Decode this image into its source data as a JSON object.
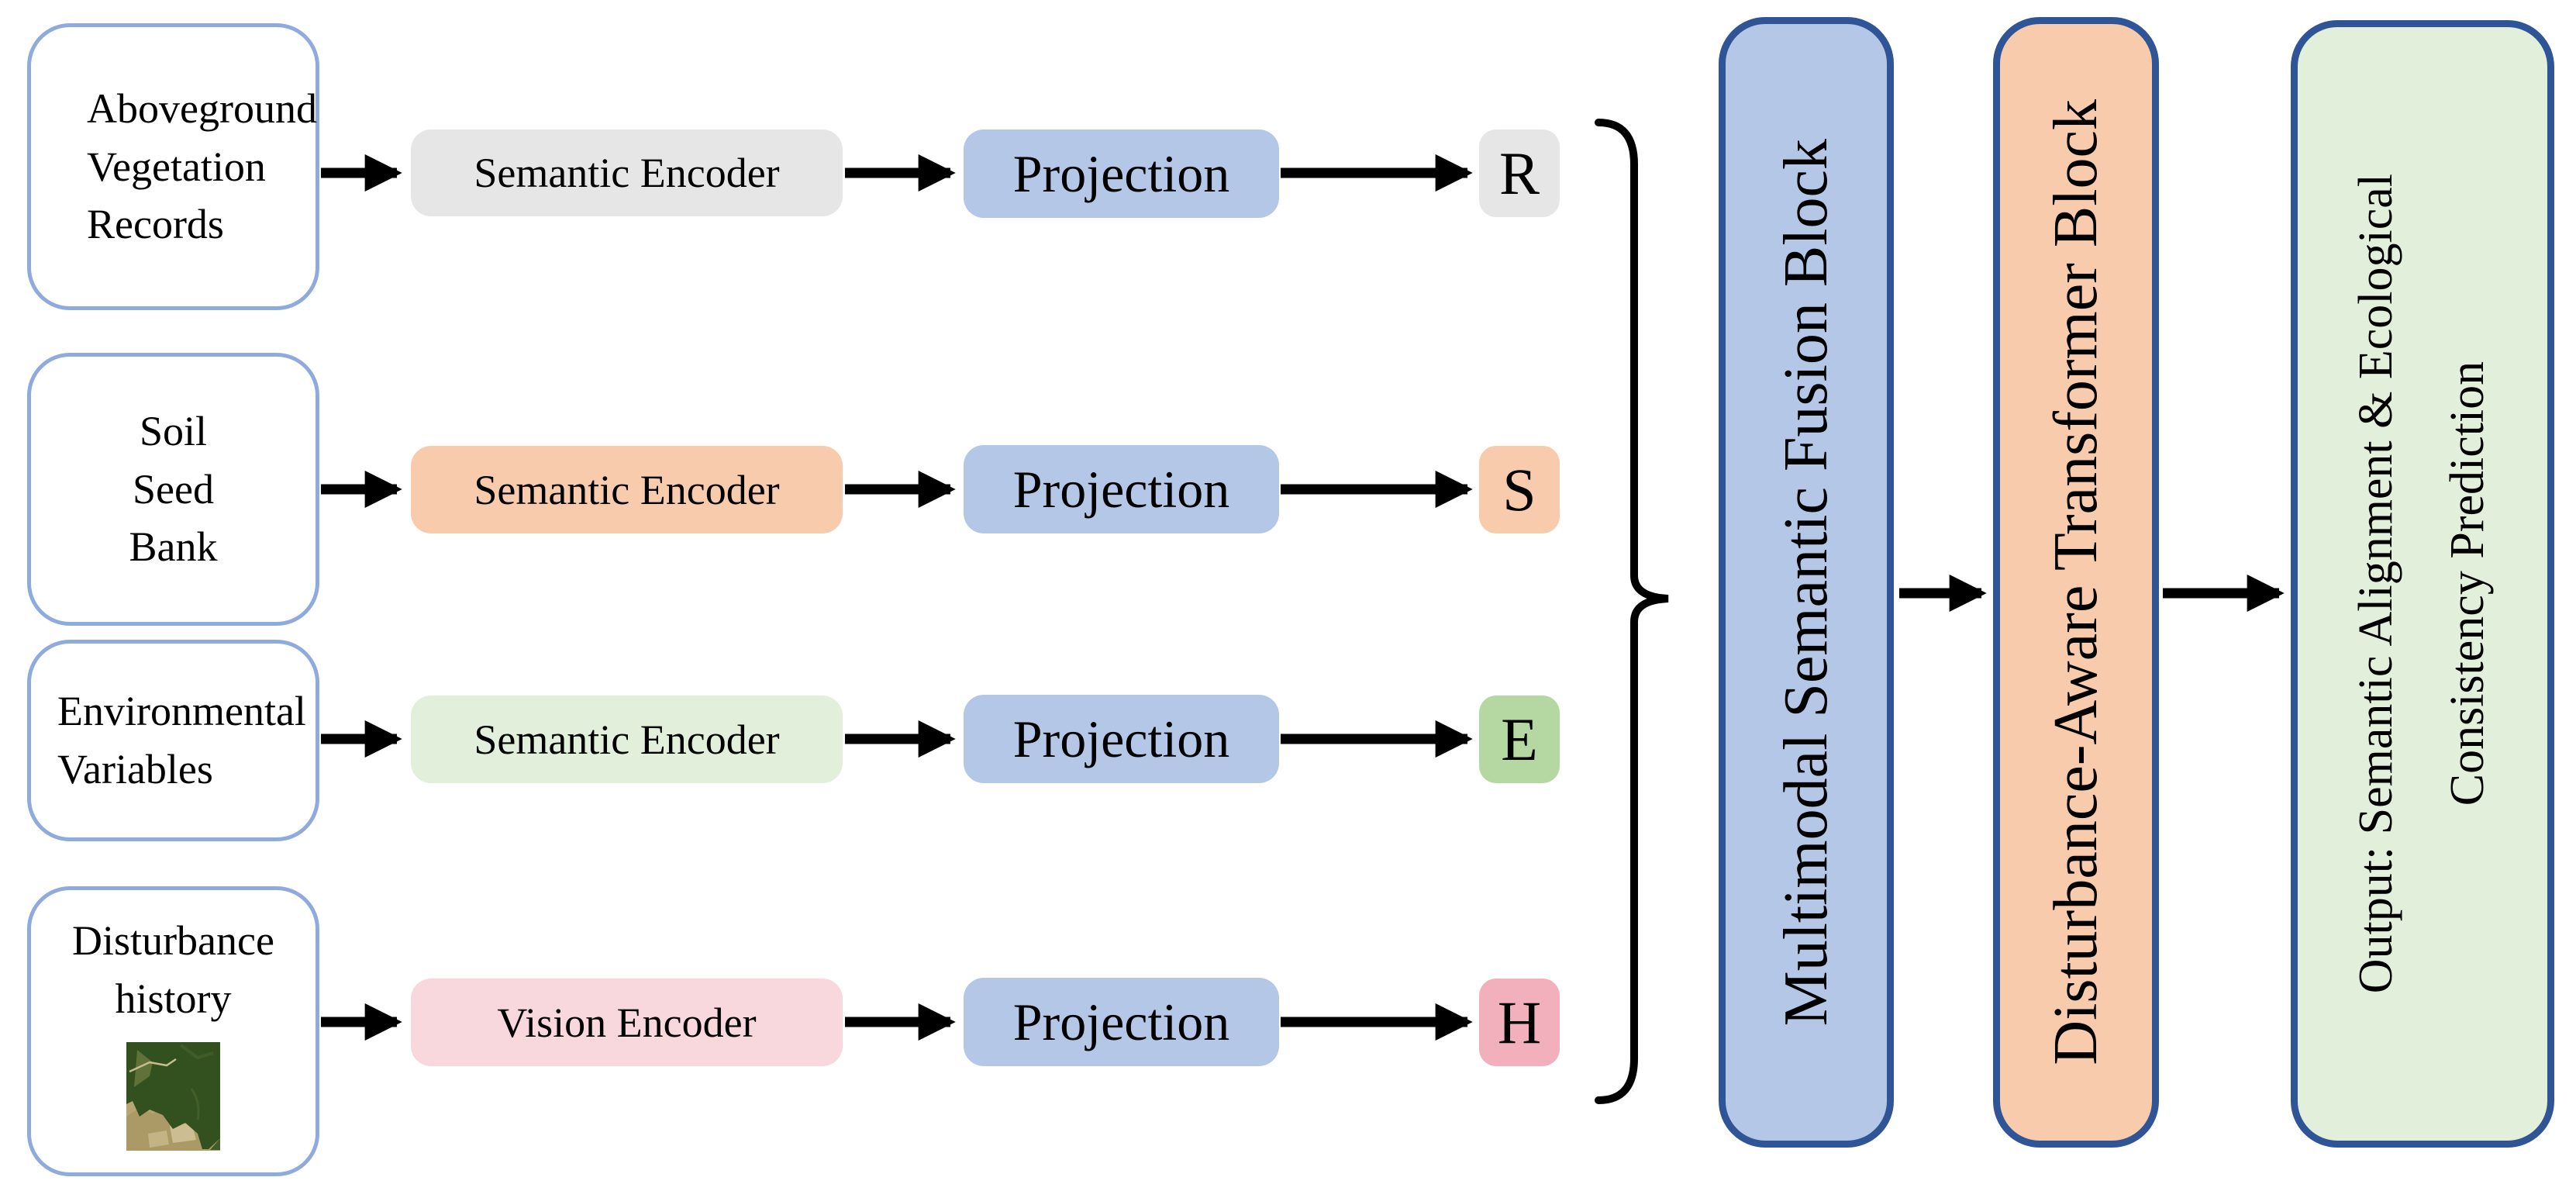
{
  "inputs": [
    {
      "label": "Aboveground\nVegetation\nRecords"
    },
    {
      "label": "Soil\nSeed\nBank"
    },
    {
      "label": "Environmental\nVariables"
    },
    {
      "label": "Disturbance\nhistory"
    }
  ],
  "rows": [
    {
      "encoder_label": "Semantic Encoder",
      "projection_label": "Projection",
      "badge_letter": "R",
      "encoder_color": "#e7e6e6",
      "badge_color": "#e7e6e6"
    },
    {
      "encoder_label": "Semantic Encoder",
      "projection_label": "Projection",
      "badge_letter": "S",
      "encoder_color": "#f8cbad",
      "badge_color": "#f8cbad"
    },
    {
      "encoder_label": "Semantic Encoder",
      "projection_label": "Projection",
      "badge_letter": "E",
      "encoder_color": "#e2efda",
      "badge_color": "#b5d7a2"
    },
    {
      "encoder_label": "Vision Encoder",
      "projection_label": "Projection",
      "badge_letter": "H",
      "encoder_color": "#f8d7dd",
      "badge_color": "#f1b0bc"
    }
  ],
  "blocks": [
    {
      "label": "Multimodal Semantic Fusion Block",
      "fill": "#b4c7e7"
    },
    {
      "label": "Disturbance-Aware Transformer Block",
      "fill": "#f8cbad"
    },
    {
      "label": "Output: Semantic Alignment & Ecological\nConsistency Prediction",
      "fill": "#e2efda"
    }
  ],
  "colors": {
    "input_border": "#8faadc",
    "projection_fill": "#b4c7e7",
    "block_border": "#2f5597",
    "arrow": "#000000",
    "satellite_forest": "#33511f",
    "satellite_field": "#b8a571"
  }
}
